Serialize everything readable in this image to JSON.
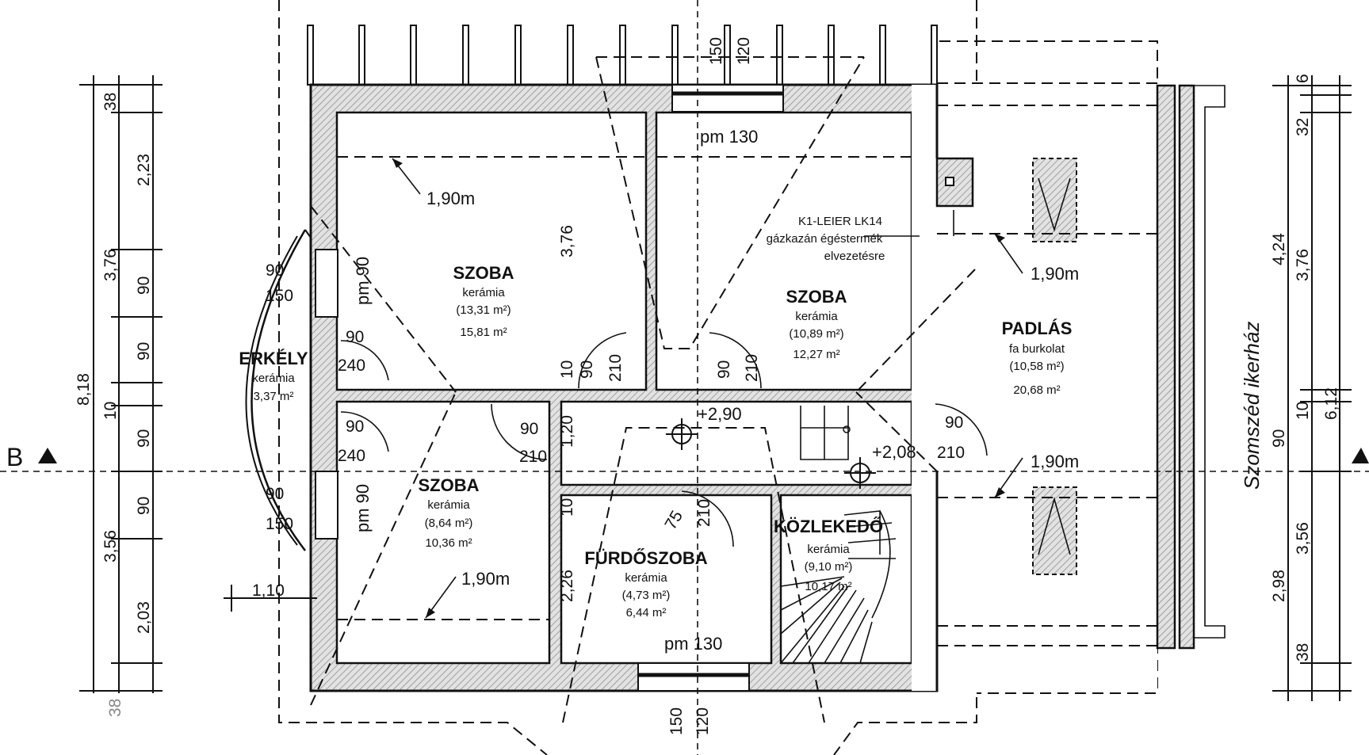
{
  "rooms": {
    "szoba1": {
      "name": "SZOBA",
      "floor": "kerámia",
      "area_net": "(13,31 m²)",
      "area": "15,81 m²"
    },
    "szoba2": {
      "name": "SZOBA",
      "floor": "kerámia",
      "area_net": "(10,89 m²)",
      "area": "12,27 m²"
    },
    "szoba3": {
      "name": "SZOBA",
      "floor": "kerámia",
      "area_net": "(8,64 m²)",
      "area": "10,36 m²"
    },
    "erkely": {
      "name": "ERKÉLY",
      "floor": "kerámia",
      "area": "3,37 m²"
    },
    "furdo": {
      "name": "FÜRDŐSZOBA",
      "floor": "kerámia",
      "area_net": "(4,73 m²)",
      "area": "6,44 m²"
    },
    "kozlekedo": {
      "name": "KÖZLEKEDŐ",
      "floor": "kerámia",
      "area_net": "(9,10 m²)",
      "area": "10,17 m²"
    },
    "padlas": {
      "name": "PADLÁS",
      "floor": "fa burkolat",
      "area_net": "(10,58 m²)",
      "area": "20,68 m²"
    }
  },
  "annotations": {
    "height_190": "1,90m",
    "boiler_1": "K1-LEIER LK14",
    "boiler_2": "gázkazán égéstermék",
    "boiler_3": "elvezetésre",
    "neighbor": "Szomszéd ikerház",
    "section_marker": "B",
    "level_290": "+2,90",
    "level_208": "+2,08",
    "pm130": "pm 130",
    "pm90": "pm 90"
  },
  "dims": {
    "left_total": "8,18",
    "left_38_top": "38",
    "left_223": "2,23",
    "left_376": "3,76",
    "left_90": "90",
    "left_10": "10",
    "left_356": "3,56",
    "left_203": "2,03",
    "left_38_bot": "38",
    "right_424": "4,24",
    "right_6": "6",
    "right_32": "32",
    "right_376": "3,76",
    "right_612": "6,12",
    "right_10": "10",
    "right_90": "90",
    "right_356": "3,56",
    "right_298": "2,98",
    "right_38": "38",
    "d_150": "150",
    "d_120": "120",
    "d_90": "90",
    "d_240": "240",
    "d_210": "210",
    "d_10": "10",
    "d_120b": "1,20",
    "d_226": "2,26",
    "d_75": "75",
    "d_110": "1,10"
  }
}
